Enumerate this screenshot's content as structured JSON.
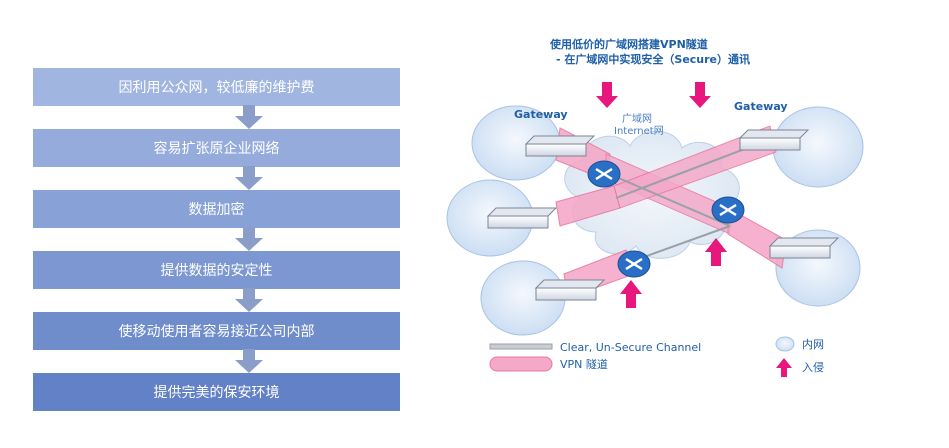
{
  "steps": [
    {
      "label": "因利用公众网，较低廉的维护费",
      "color": "#a1b5e1"
    },
    {
      "label": "容易扩张原企业网络",
      "color": "#95abdc"
    },
    {
      "label": "数据加密",
      "color": "#88a1d6"
    },
    {
      "label": "提供数据的安定性",
      "color": "#7c97d1"
    },
    {
      "label": "使移动使用者容易接近公司内部",
      "color": "#6f8ccb"
    },
    {
      "label": "提供完美的保安环境",
      "color": "#6381c6"
    }
  ],
  "diagram": {
    "header_line1": "使用低价的广域网搭建VPN隧道",
    "header_line2": "- 在广域网中实现安全（Secure）通讯",
    "gateway_left": "Gateway",
    "gateway_right": "Gateway",
    "wan_line1": "广域网",
    "wan_line2": "Internet网",
    "legend": {
      "clear_channel": "Clear, Un-Secure Channel",
      "vpn_tunnel": "VPN 隧道",
      "intranet": "内网",
      "intrusion": "入侵"
    }
  },
  "colors": {
    "tunnel": "#f4a9c8",
    "tunnel_stroke": "#e8779f",
    "intrusion_arrow": "#e8177d",
    "router": "#2a6fc6",
    "lan_bubble": "#cde0f4",
    "label_blue": "#1f5fa8",
    "arrow_gray": "#8b9dc9"
  }
}
